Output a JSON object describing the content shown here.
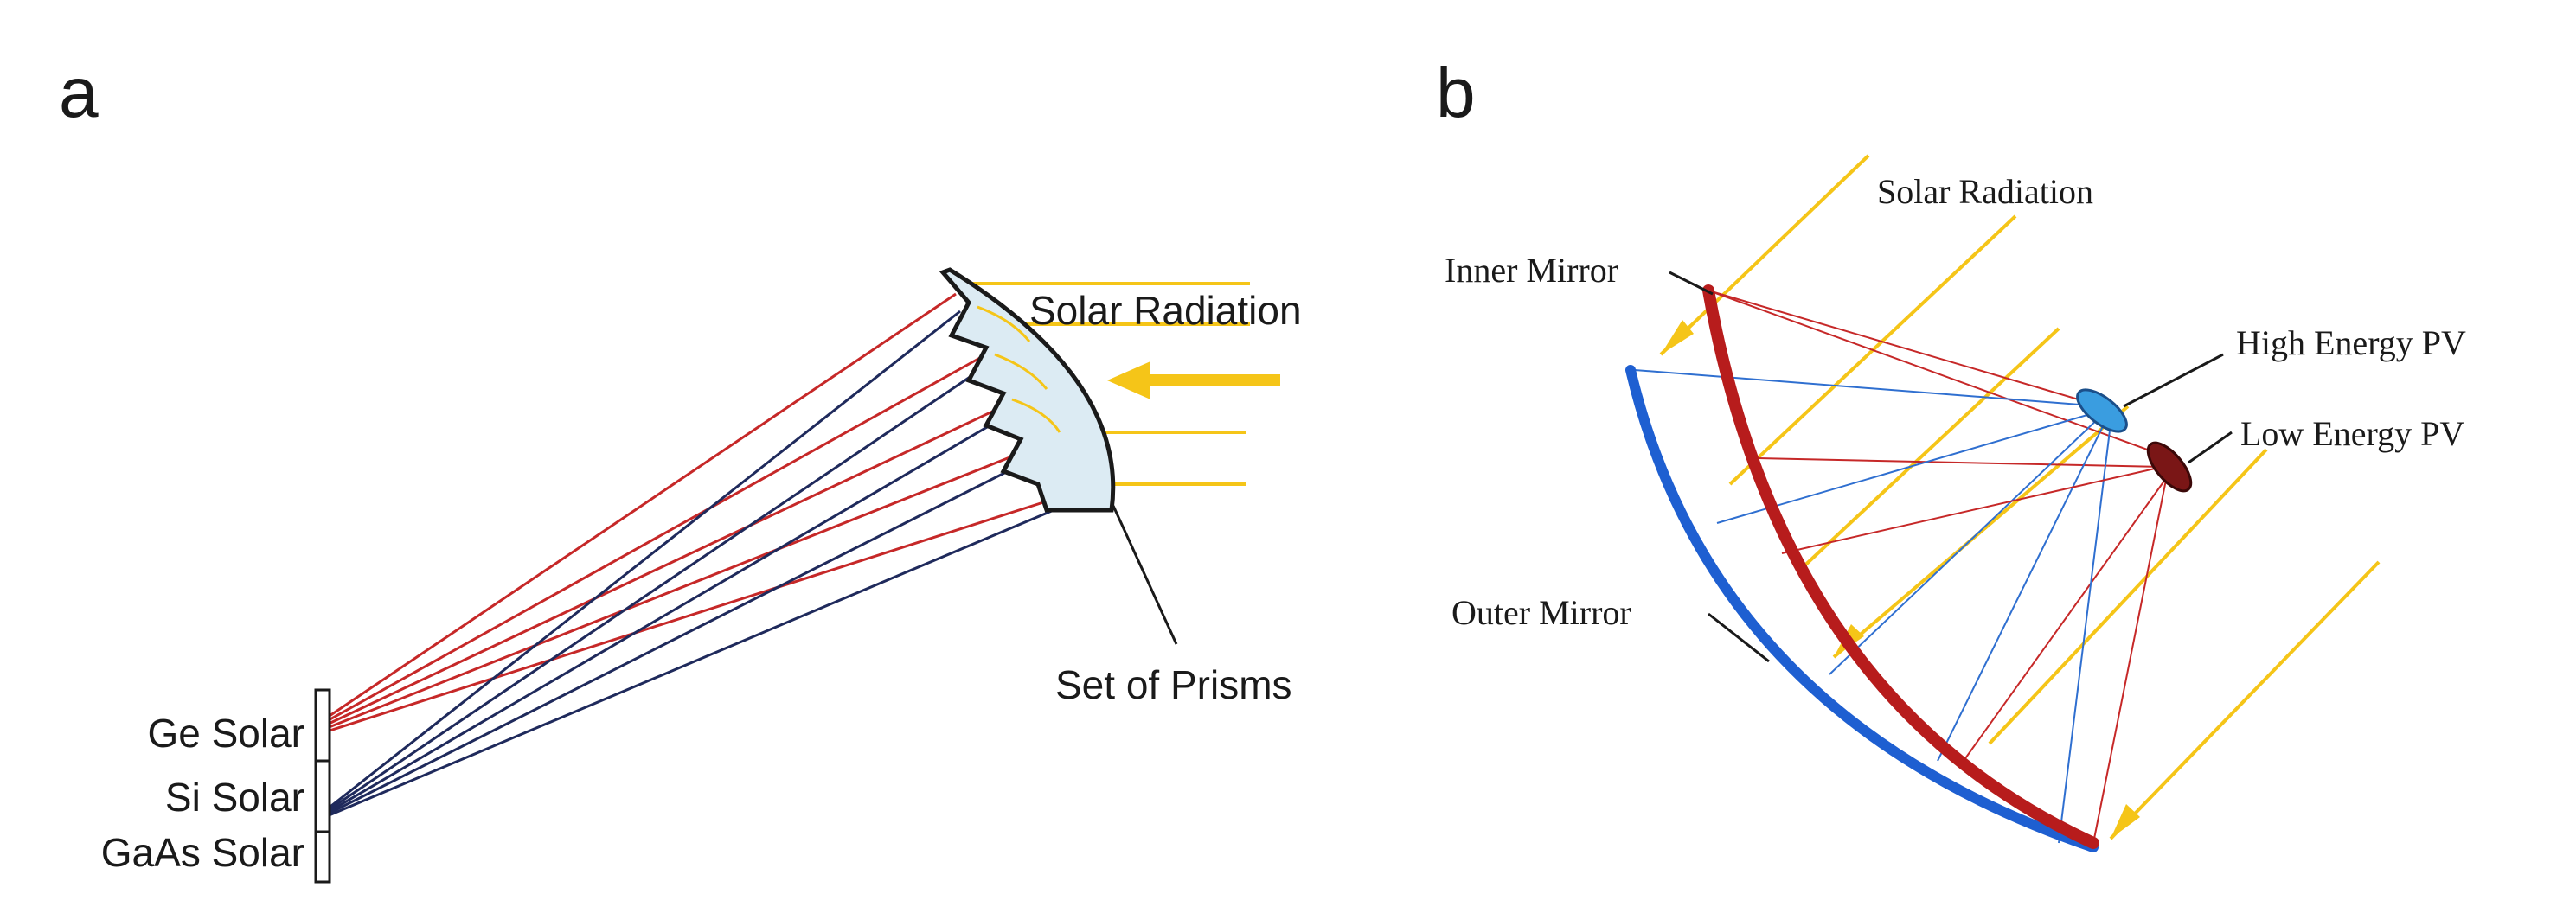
{
  "panels": {
    "a": {
      "letter": "a",
      "labels": {
        "solar_radiation": "Solar Radiation",
        "set_of_prisms": "Set of Prisms",
        "ge_solar": "Ge Solar",
        "si_solar": "Si Solar",
        "gaas_solar": "GaAs Solar"
      }
    },
    "b": {
      "letter": "b",
      "labels": {
        "solar_radiation": "Solar Radiation",
        "inner_mirror": "Inner Mirror",
        "outer_mirror": "Outer Mirror",
        "high_energy_pv": "High Energy PV",
        "low_energy_pv": "Low Energy PV"
      }
    }
  },
  "colors": {
    "sunlight": "#f5c518",
    "red_ray": "#c62828",
    "navy_ray": "#1f2a5c",
    "blue_ray": "#2f6fd0",
    "inner_mirror": "#b71c1c",
    "outer_mirror": "#1e5fd1",
    "prism_fill": "#dcebf3",
    "high_energy_pv": "#3a9de0",
    "low_energy_pv": "#7a1616"
  }
}
